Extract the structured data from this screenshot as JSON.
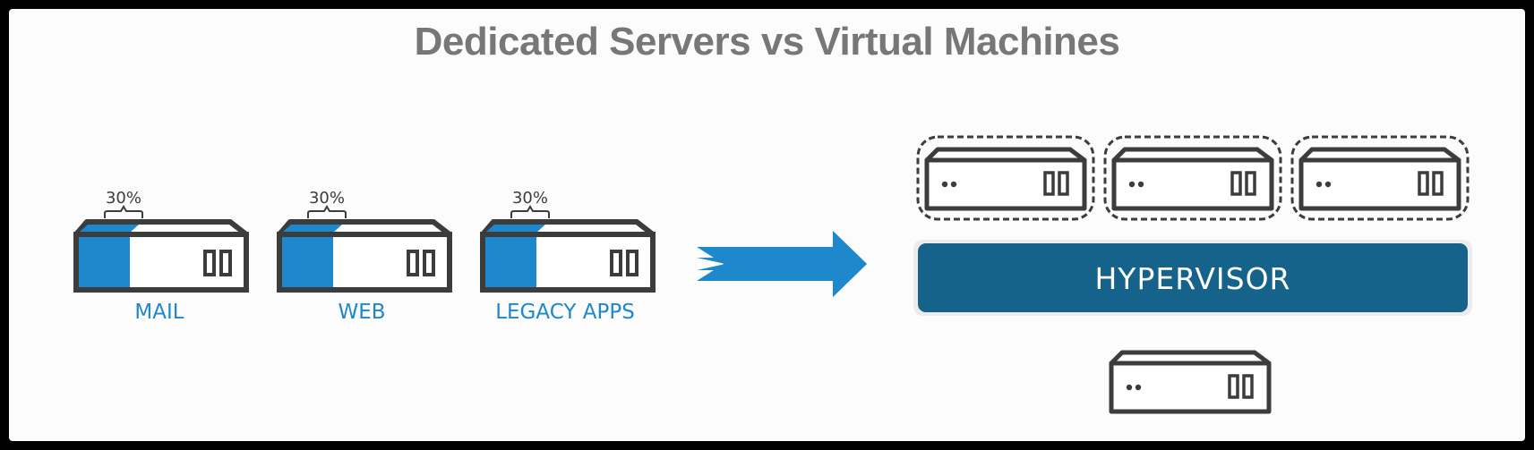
{
  "title": "Dedicated Servers vs Virtual Machines",
  "dedicated_servers": [
    {
      "name": "MAIL",
      "utilization_label": "30%",
      "utilization": 0.3
    },
    {
      "name": "WEB",
      "utilization_label": "30%",
      "utilization": 0.3
    },
    {
      "name": "LEGACY APPS",
      "utilization_label": "30%",
      "utilization": 0.3
    }
  ],
  "virtual_machine_count": 3,
  "hypervisor_label": "HYPERVISOR",
  "colors": {
    "accent_blue": "#1e88cc",
    "hypervisor_fill": "#15628a",
    "outline": "#3c3c3c",
    "title_gray": "#777777",
    "background": "#fcfcfc",
    "frame": "#000000"
  },
  "icons": {
    "server": "server-icon",
    "arrow": "arrow-right-icon",
    "brace": "brace-icon"
  }
}
